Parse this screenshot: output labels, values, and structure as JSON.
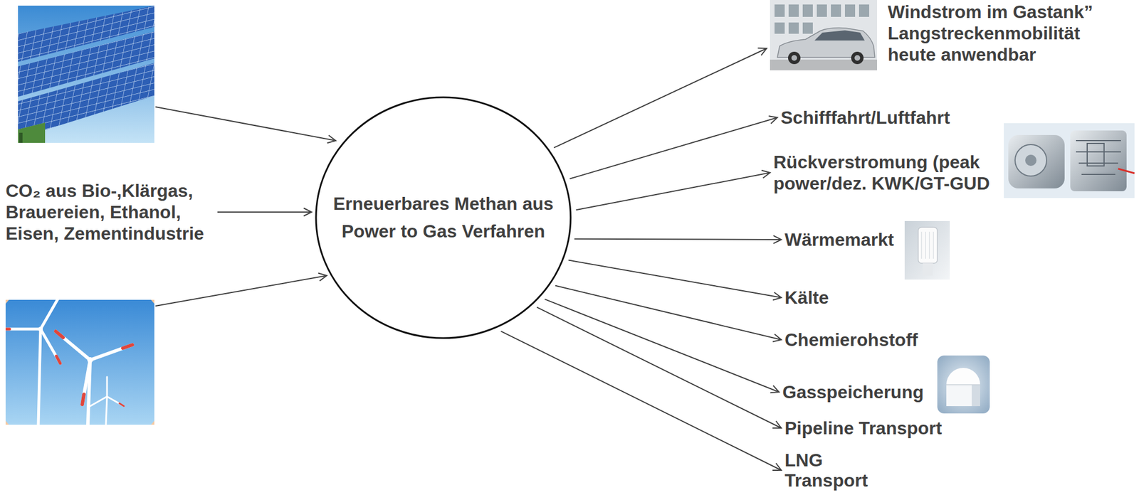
{
  "diagram": {
    "nodes": [
      {
        "text": [
          "CO₂ aus Bio-,Klärgas, Brauereien, Ethanol, Eisen, Zementindustrie"
        ]
      },
      {
        "text": [
          "Erneuerbares Methan aus Power to Gas Verfahren"
        ]
      },
      {
        "text": [
          "Windstrom im Gastank” Langstreckenmobilität heute anwendbar"
        ]
      },
      {
        "text": [
          "Schifffahrt/Luftfahrt"
        ]
      },
      {
        "text": [
          "Rückverstromung (peak power/dez. KWK/GT-GUD"
        ]
      },
      {
        "text": [
          "Wärmemarkt"
        ]
      },
      {
        "text": [
          "Kälte"
        ]
      },
      {
        "text": [
          "Chemierohstoff"
        ]
      },
      {
        "text": [
          "Gasspeicherung"
        ]
      },
      {
        "text": [
          "Pipeline Transport"
        ]
      },
      {
        "text": [
          "LNG Transport"
        ]
      }
    ],
    "edges": [
      {
        "from": 0,
        "to": 1,
        "arrow": "to"
      },
      {
        "from": 1,
        "to": 2,
        "arrow": "to"
      },
      {
        "from": 1,
        "to": 3,
        "arrow": "to"
      },
      {
        "from": 1,
        "to": 4,
        "arrow": "to"
      },
      {
        "from": 1,
        "to": 5,
        "arrow": "to"
      },
      {
        "from": 1,
        "to": 6,
        "arrow": "to"
      },
      {
        "from": 1,
        "to": 7,
        "arrow": "to"
      },
      {
        "from": 1,
        "to": 8,
        "arrow": "to"
      },
      {
        "from": 1,
        "to": 9,
        "arrow": "to"
      },
      {
        "from": 1,
        "to": 10,
        "arrow": "to"
      }
    ]
  }
}
